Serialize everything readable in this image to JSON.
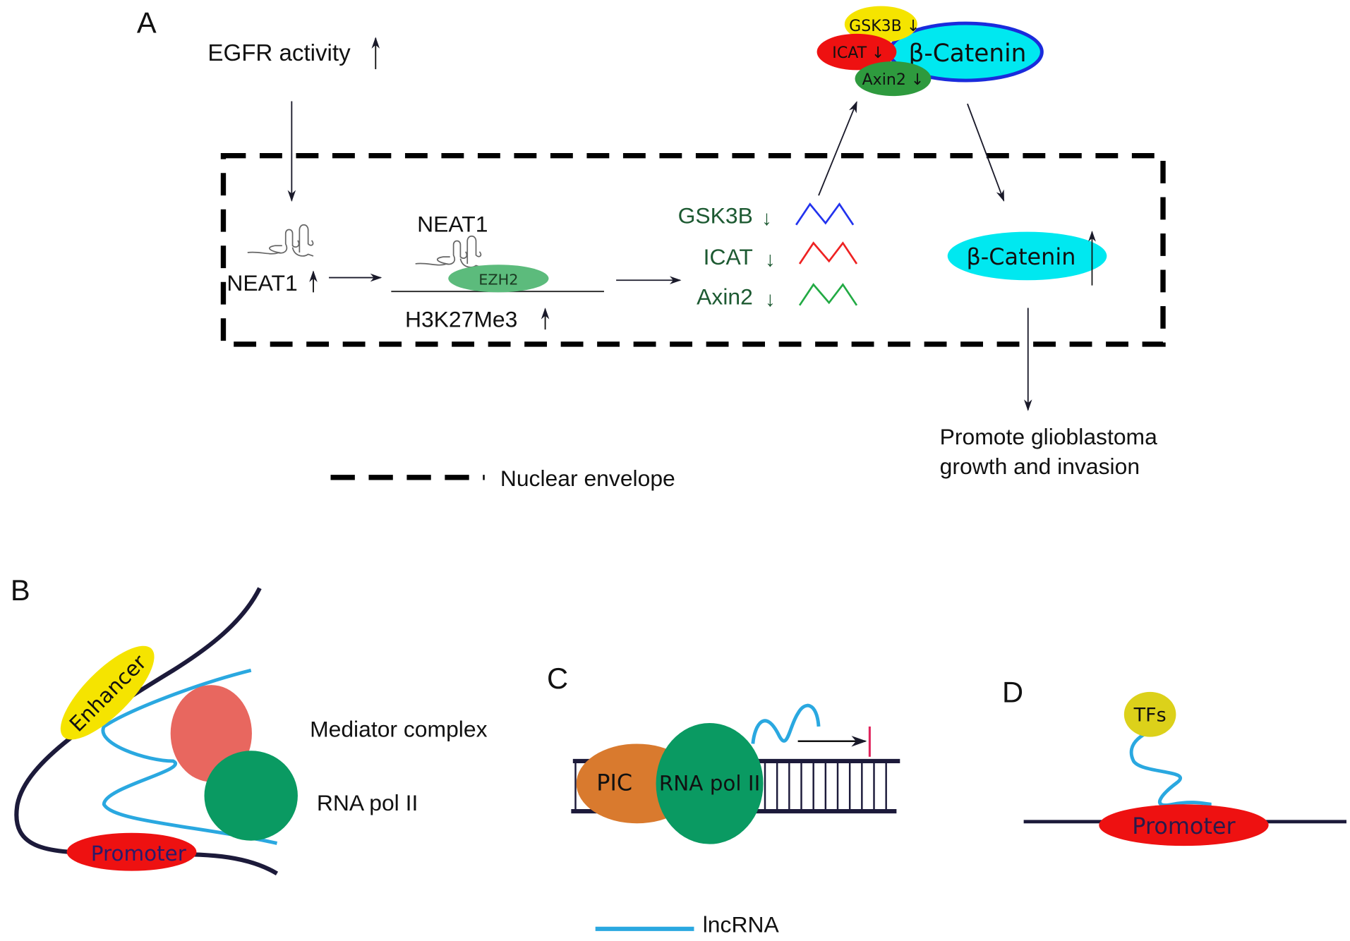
{
  "panels": {
    "a": {
      "letter": "A",
      "egfr": "EGFR activity",
      "neat1_up": "NEAT1",
      "neat1_label": "NEAT1",
      "ezh2": "EZH2",
      "h3k": "H3K27Me3",
      "targets": [
        {
          "name": "GSK3B",
          "arrow": "↓",
          "wave_color": "#2233ee"
        },
        {
          "name": "ICAT",
          "arrow": "↓",
          "wave_color": "#ee2222"
        },
        {
          "name": "Axin2",
          "arrow": "↓",
          "wave_color": "#22aa44"
        }
      ],
      "complex": {
        "gsk3b": "GSK3B ↓",
        "icat": "ICAT ↓",
        "axin2": "Axin2 ↓",
        "catenin": "β-Catenin"
      },
      "catenin_nuclear": "β-Catenin",
      "outcome_line1": "Promote glioblastoma",
      "outcome_line2": "growth and invasion",
      "legend_envelope": "Nuclear envelope"
    },
    "b": {
      "letter": "B",
      "enhancer": "Enhancer",
      "promoter": "Promoter",
      "mediator": "Mediator complex",
      "rnapol": "RNA pol II"
    },
    "c": {
      "letter": "C",
      "pic": "PIC",
      "rnapol": "RNA pol II"
    },
    "d": {
      "letter": "D",
      "tfs": "TFs",
      "promoter": "Promoter"
    },
    "legend_lncrna": "lncRNA"
  },
  "colors": {
    "yellow": "#f5e400",
    "red": "#ee1111",
    "green_dark": "#2e9a3e",
    "cyan": "#00e8f0",
    "blue_outline": "#1a2bdc",
    "ezh2": "#5cbb7c",
    "mediator": "#e8675f",
    "rnapol": "#0a9a62",
    "pic": "#d97a2e",
    "lncrna": "#2aa8e0",
    "tfs": "#dcd11a",
    "dna": "#1c1a3a",
    "stop": "#e0245c"
  }
}
